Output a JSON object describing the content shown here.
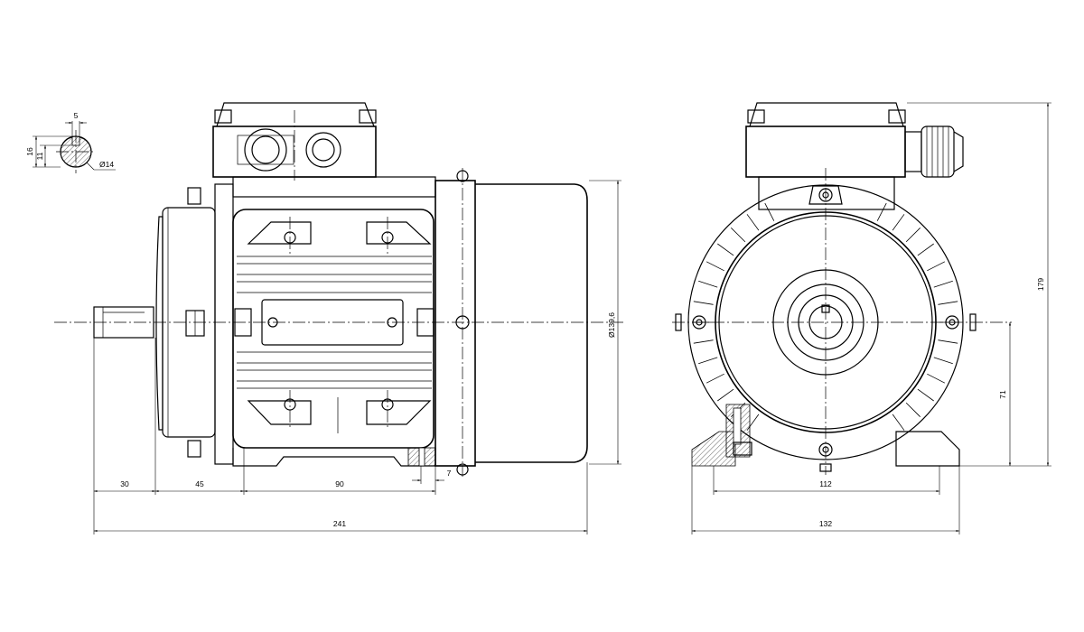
{
  "dimensions": {
    "key_width": "5",
    "shaft_height": "16",
    "key_depth": "11",
    "shaft_dia": "Ø14",
    "flange_dia": "Ø139,6",
    "shaft_len": "30",
    "side_45": "45",
    "side_90": "90",
    "foot_7": "7",
    "total_len": "241",
    "foot_spacing": "112",
    "total_width": "132",
    "shaft_axis_h": "71",
    "total_h": "179"
  }
}
